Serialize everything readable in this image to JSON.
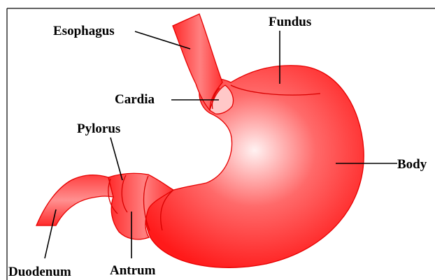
{
  "labels": {
    "esophagus": "Esophagus",
    "fundus": "Fundus",
    "cardia": "Cardia",
    "pylorus": "Pylorus",
    "body": "Body",
    "duodenum": "Duodenum",
    "antrum": "Antrum"
  },
  "colors": {
    "organ_highlight": "#fff2f2",
    "organ_mid": "#ff6a6a",
    "organ_base": "#ff1a1a",
    "outline": "#e60000",
    "label_text": "#000000",
    "frame": "#000000"
  }
}
